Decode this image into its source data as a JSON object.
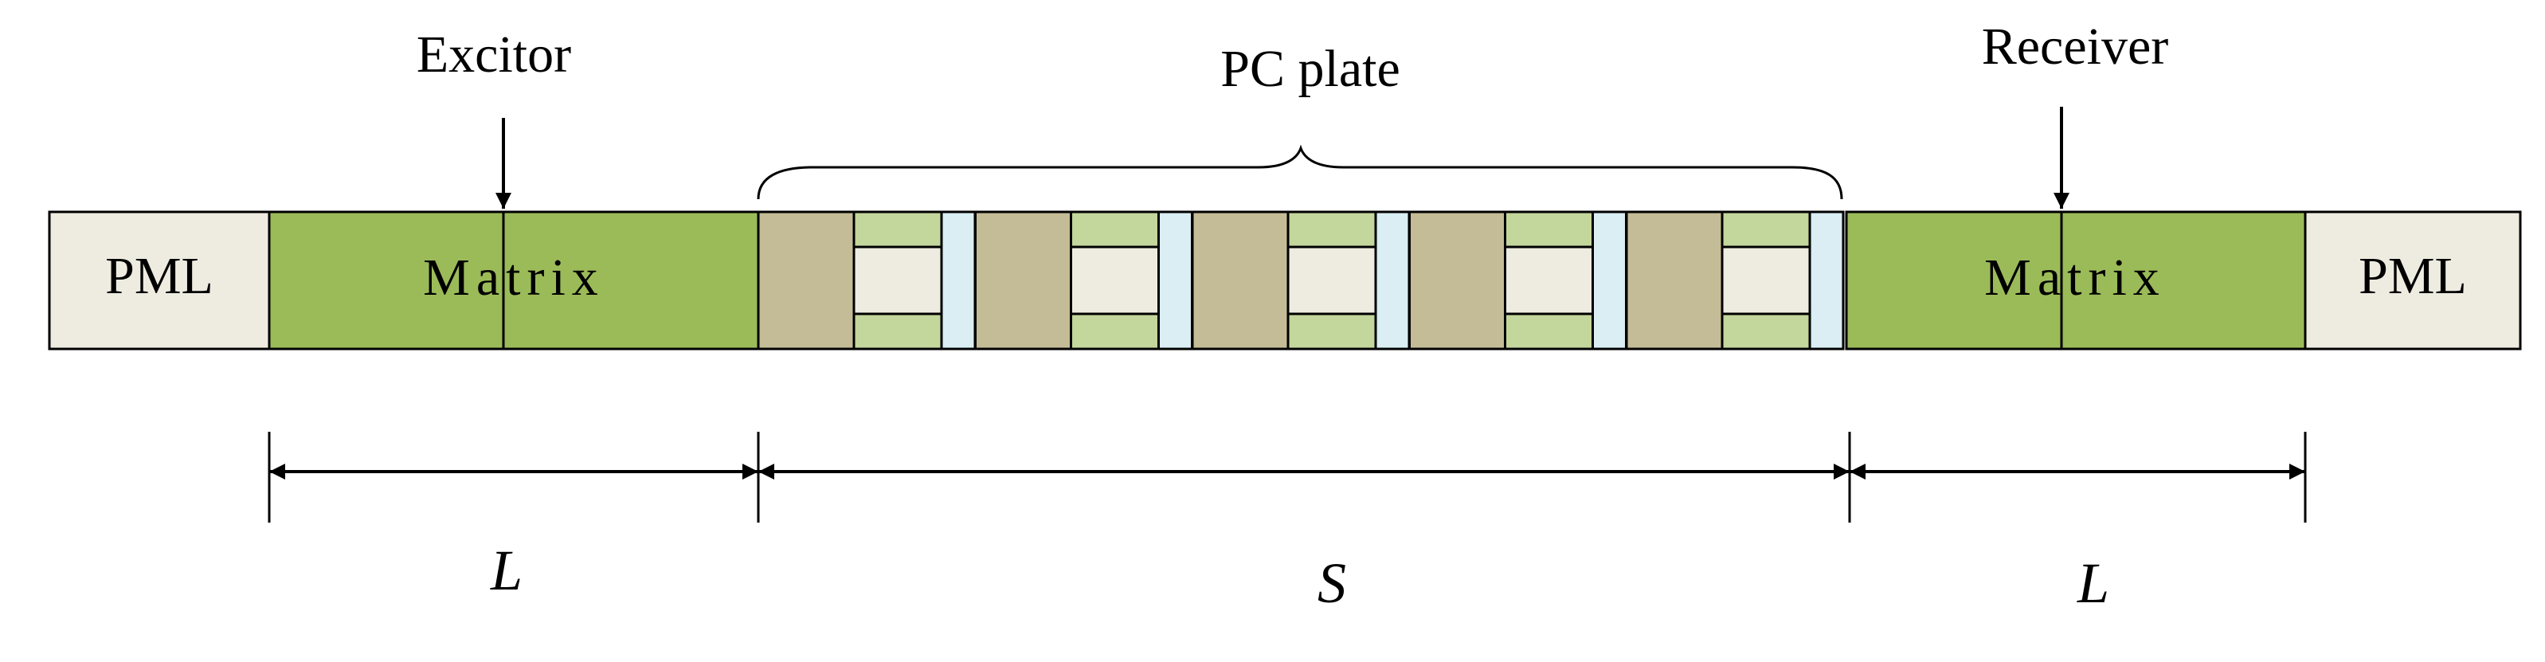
{
  "labels": {
    "excitor": "Excitor",
    "pc_plate": "PC plate",
    "receiver": "Receiver",
    "pml_left": "PML",
    "pml_right": "PML",
    "matrix_left": "Matrix",
    "matrix_right": "Matrix",
    "dim_left": "L",
    "dim_middle": "S",
    "dim_right": "L"
  },
  "colors": {
    "pml": "#EEEBE0",
    "matrix": "#9BBB59",
    "pc_solid": "#C4BC96",
    "pc_stripe": "#C3D69B",
    "pc_inner": "#EEECE1",
    "pc_gap": "#DAEEF3",
    "line": "#000000"
  },
  "pc_plate": {
    "unit_cells": 5
  }
}
